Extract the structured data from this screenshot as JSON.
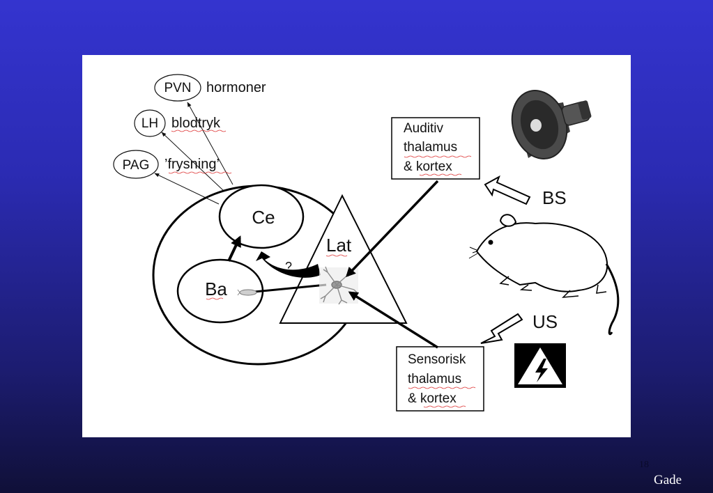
{
  "diagram": {
    "nodes": {
      "pvn": "PVN",
      "lh": "LH",
      "pag": "PAG",
      "ce": "Ce",
      "ba": "Ba",
      "lat": "Lat"
    },
    "outputs": {
      "pvn": "hormoner",
      "lh": "blodtryk",
      "pag": "’frysning’"
    },
    "question": "?",
    "auditory_box": [
      "Auditiv",
      "thalamus",
      "& kortex"
    ],
    "sensory_box": [
      "Sensorisk",
      "thalamus",
      "& kortex"
    ],
    "stimulus_cs": "BS",
    "stimulus_us": "US",
    "icons": [
      "loudspeaker-icon",
      "rat-icon",
      "neuron-icon",
      "high-voltage-warning-icon"
    ]
  },
  "footer": {
    "slide_number": "18",
    "author": "Gade"
  }
}
